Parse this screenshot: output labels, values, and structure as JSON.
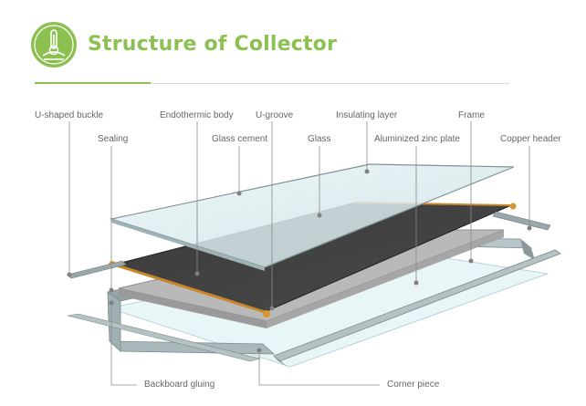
{
  "header": {
    "title": "Structure of Collector",
    "logo_icon": "thermometer-sun-icon",
    "accent_color": "#8cc152"
  },
  "labels": {
    "u_shaped_buckle": "U-shaped buckle",
    "endothermic_body": "Endothermic body",
    "u_groove": "U-groove",
    "insulating_layer": "Insulating layer",
    "frame": "Frame",
    "sealing": "Sealing",
    "glass_cement": "Glass cement",
    "glass": "Glass",
    "aluminized_zinc_plate": "Aluminized zinc plate",
    "copper_header": "Copper header",
    "backboard_gluing": "Backboard gluing",
    "corner_piece": "Corner piece"
  }
}
